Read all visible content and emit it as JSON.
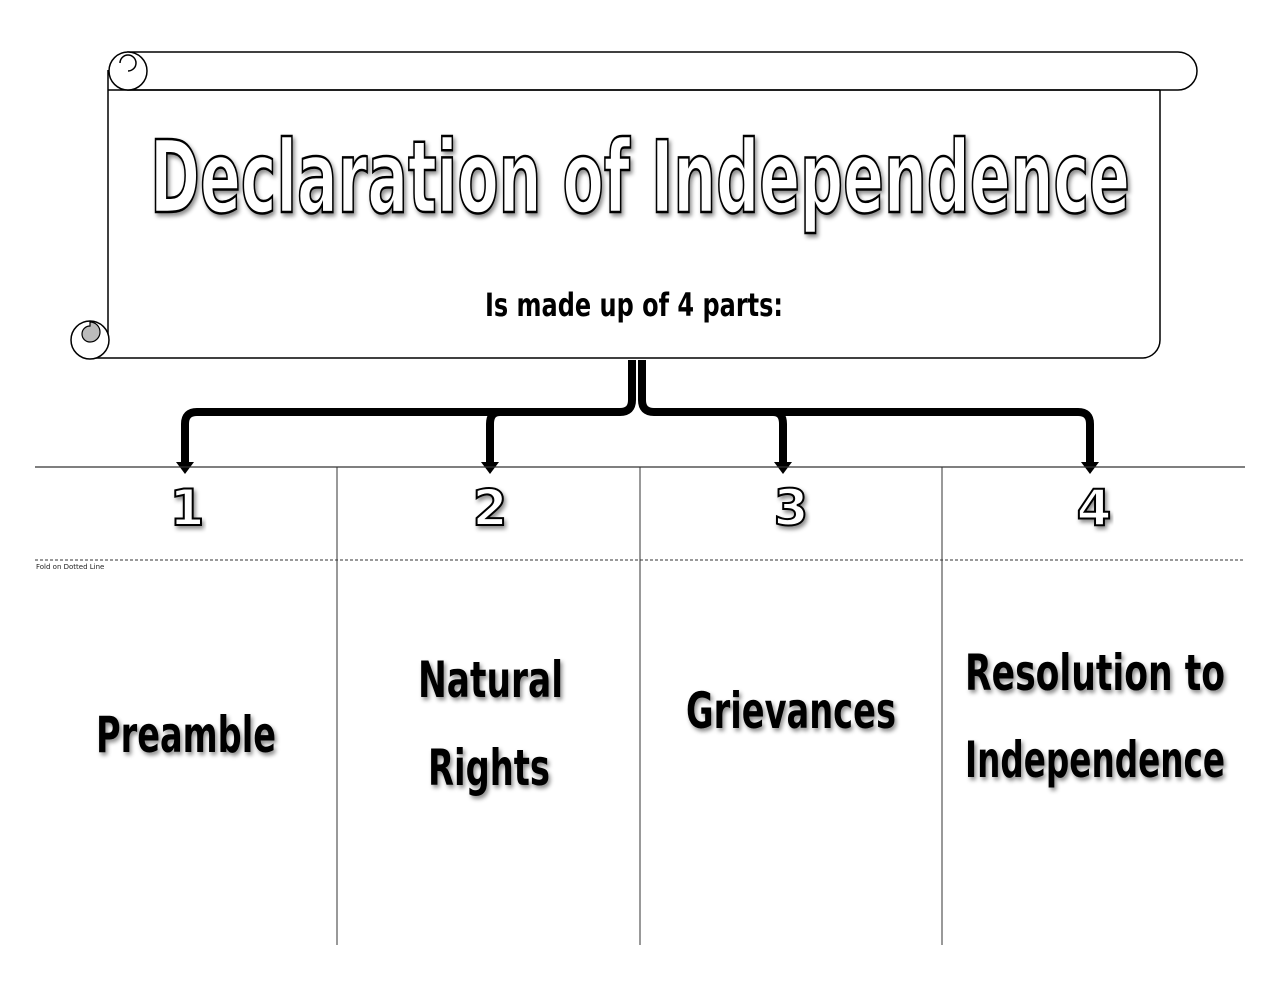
{
  "title": "Declaration of Independence",
  "subtitle": "Is made up of 4 parts:",
  "fold_note": "Fold on Dotted Line",
  "parts": [
    {
      "number": "1",
      "lines": [
        "Preamble"
      ]
    },
    {
      "number": "2",
      "lines": [
        "Natural",
        "Rights"
      ]
    },
    {
      "number": "3",
      "lines": [
        "Grievances"
      ]
    },
    {
      "number": "4",
      "lines": [
        "Resolution to",
        "Independence"
      ]
    }
  ]
}
